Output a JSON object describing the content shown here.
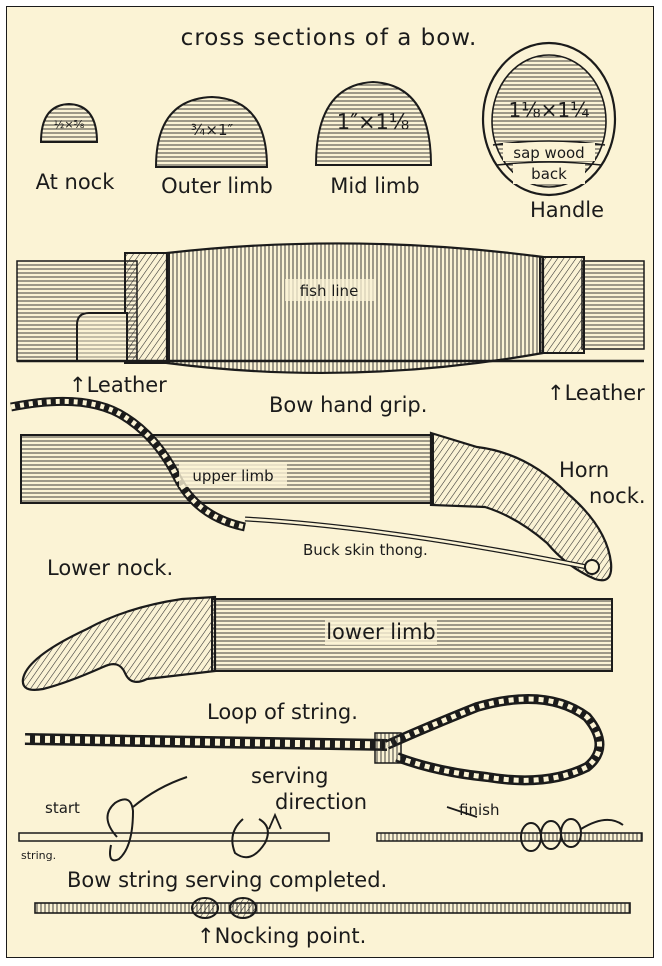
{
  "title": "cross sections of a bow.",
  "cross_sections": [
    {
      "dims": "½×⅝",
      "label": "At nock"
    },
    {
      "dims": "¾×1″",
      "label": "Outer limb"
    },
    {
      "dims": "1″×1⅛",
      "label": "Mid limb"
    },
    {
      "dims": "1⅛×1¼",
      "label": "Handle",
      "sap": "sap wood",
      "back": "back"
    }
  ],
  "grip": {
    "center_label": "fish line",
    "left_label": "↑Leather",
    "right_label": "↑Leather",
    "caption": "Bow hand grip."
  },
  "upper": {
    "limb_label": "upper limb",
    "horn_label_1": "Horn",
    "horn_label_2": "nock.",
    "thong_label": "Buck skin thong.",
    "nock_label": "Lower nock."
  },
  "lower": {
    "limb_label": "lower limb"
  },
  "loop": {
    "caption": "Loop of string."
  },
  "serving": {
    "start": "start",
    "direction_1": "serving",
    "direction_2": "direction",
    "finish": "finish",
    "string": "string.",
    "caption": "Bow string serving completed."
  },
  "nocking": {
    "caption": "↑Nocking point."
  },
  "colors": {
    "paper": "#fbf3d5",
    "ink": "#1b1b1b"
  }
}
